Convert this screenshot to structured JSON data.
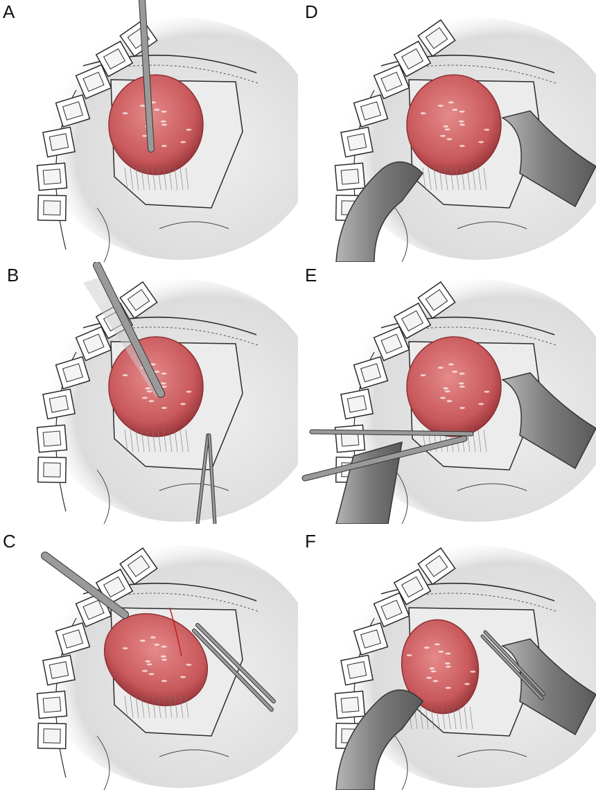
{
  "figure": {
    "panels": [
      {
        "label": "A",
        "instrument": "suction-vertical"
      },
      {
        "label": "B",
        "instrument": "suction-diagonal-forceps"
      },
      {
        "label": "C",
        "instrument": "suction-bipolar-tilted"
      },
      {
        "label": "D",
        "instrument": "retractors"
      },
      {
        "label": "E",
        "instrument": "retractor-forceps"
      },
      {
        "label": "F",
        "instrument": "retractors-bipolar"
      }
    ]
  },
  "colors": {
    "tumor": "#c8585b",
    "tumor_dark": "#8e2f34",
    "retractor": "#8a8a8a",
    "line": "#2a2a2a",
    "shade": "#d9d9d9"
  }
}
